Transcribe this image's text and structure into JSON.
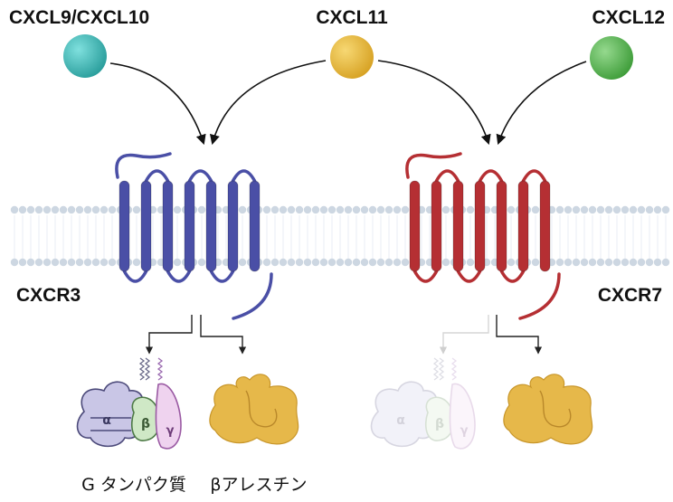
{
  "ligands": {
    "cxcl9_10": "CXCL9/CXCL10",
    "cxcl11": "CXCL11",
    "cxcl12": "CXCL12"
  },
  "receptors": {
    "cxcr3": "CXCR3",
    "cxcr7": "CXCR7"
  },
  "gprotein": {
    "alpha": "α",
    "beta": "β",
    "gamma": "γ",
    "label": "G タンパク質"
  },
  "arrestin": {
    "label": "βアレスチン"
  },
  "colors": {
    "cxcl9_10": "#3ab7b5",
    "cxcl11": "#e9b93a",
    "cxcl12": "#5bb556",
    "cxcr3": "#4a4fa6",
    "cxcr7": "#b52f33",
    "arrestin": "#e6b84a",
    "membrane": "#cdd7e2"
  }
}
